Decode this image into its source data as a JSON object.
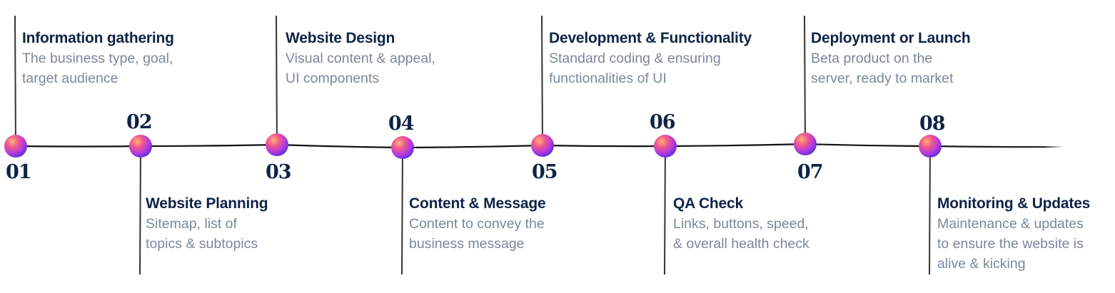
{
  "colors": {
    "ink": "#0f2347",
    "muted": "#7b879b",
    "line": "#111111",
    "dot_gradient": [
      "#f59a6a",
      "#e0408e",
      "#8a3cf0",
      "#5a2fd6"
    ]
  },
  "steps": [
    {
      "number": "01",
      "title": "Information gathering",
      "desc": [
        "The business type, goal,",
        "target audience"
      ]
    },
    {
      "number": "02",
      "title": "Website Planning",
      "desc": [
        "Sitemap, list of",
        "topics & subtopics"
      ]
    },
    {
      "number": "03",
      "title": "Website Design",
      "desc": [
        "Visual content & appeal,",
        "UI components"
      ]
    },
    {
      "number": "04",
      "title": "Content & Message",
      "desc": [
        "Content to convey the",
        "business message"
      ]
    },
    {
      "number": "05",
      "title": "Development & Functionality",
      "desc": [
        "Standard coding & ensuring",
        "functionalities of UI"
      ]
    },
    {
      "number": "06",
      "title": "QA Check",
      "desc": [
        "Links, buttons, speed,",
        "& overall health check"
      ]
    },
    {
      "number": "07",
      "title": "Deployment or Launch",
      "desc": [
        "Beta product on the",
        "server, ready to market"
      ]
    },
    {
      "number": "08",
      "title": "Monitoring & Updates",
      "desc": [
        "Maintenance & updates",
        "to ensure the website is",
        "alive & kicking"
      ]
    }
  ]
}
